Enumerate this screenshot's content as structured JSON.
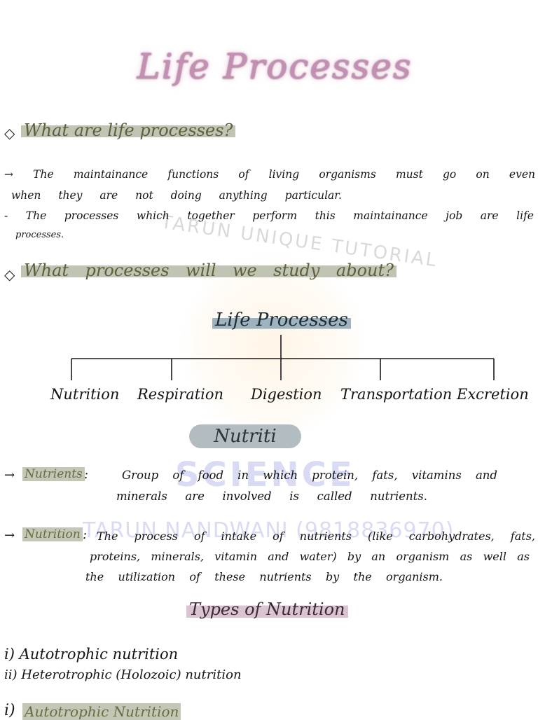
{
  "title": "Life Processes",
  "watermark": {
    "ring_text": "TARUN UNIQUE TUTORIAL",
    "subject": "SCIENCE",
    "name": "TARUN NANDWANI (9818836970)"
  },
  "section1": {
    "bullet": "◇",
    "heading": "What are life processes?",
    "lines": [
      "→ The maintainance functions of living organisms must go on even",
      "when they are not doing anything particular.",
      "- The processes which together perform this maintainance job are life",
      "processes."
    ]
  },
  "section2": {
    "bullet": "◇",
    "heading": "What processes will we study about?"
  },
  "tree": {
    "root": "Life Processes",
    "children": [
      "Nutrition",
      "Respiration",
      "Digestion",
      "Transportation",
      "Excretion"
    ]
  },
  "nutrition_section": {
    "heading": "Nutriti",
    "nutrients": {
      "arrow": "→",
      "term": "Nutrients",
      "colon": ":",
      "lines": [
        "Group of food in which protein, fats, vitamins and",
        "minerals are involved is called nutrients."
      ]
    },
    "nutrition": {
      "arrow": "→",
      "term": "Nutrition",
      "colon": ":",
      "lines": [
        "The process of intake of nutrients (like carbohydrates, fats,",
        "proteins, minerals, vitamin and water) by an organism as well as",
        "the utilization of these nutrients by the organism."
      ]
    }
  },
  "types": {
    "heading": "Types of Nutrition",
    "items": [
      "i) Autotrophic nutrition",
      "ii) Heterotrophic (Holozoic) nutrition"
    ]
  },
  "next_section": {
    "label": "i)",
    "heading": "Autotrophic Nutrition"
  }
}
